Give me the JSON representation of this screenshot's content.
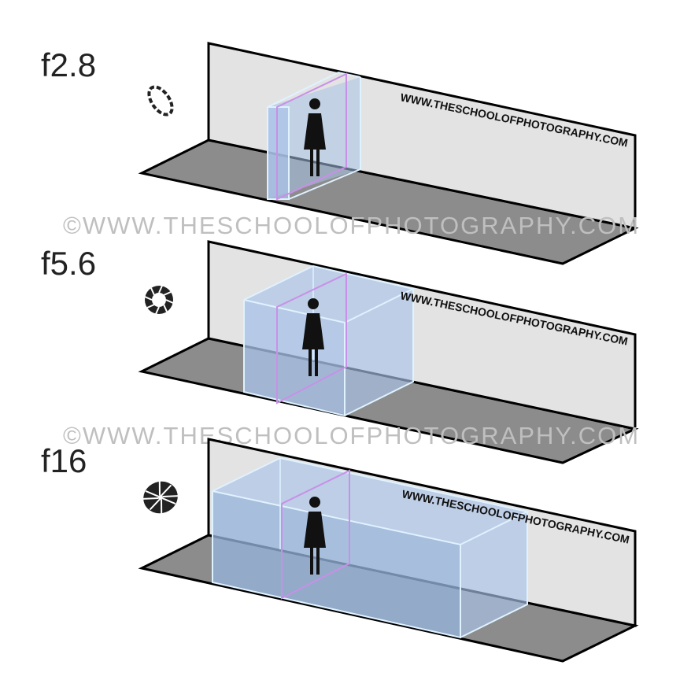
{
  "panels": [
    {
      "aperture_label": "f2.8",
      "aperture_icon": "aperture-wide-open-icon",
      "website": "WWW.THESCHOOLOFPHOTOGRAPHY.COM"
    },
    {
      "aperture_label": "f5.6",
      "aperture_icon": "aperture-medium-icon",
      "website": "WWW.THESCHOOLOFPHOTOGRAPHY.COM"
    },
    {
      "aperture_label": "f16",
      "aperture_icon": "aperture-closed-icon",
      "website": "WWW.THESCHOOLOFPHOTOGRAPHY.COM"
    }
  ],
  "watermark": "©WWW.THESCHOOLOFPHOTOGRAPHY.COM",
  "colors": {
    "wall": "#e3e3e3",
    "floor": "#8c8c8c",
    "dof_fill": "#a9c3e8",
    "dof_edge": "#dff2ff",
    "focus_plane": "#c890e8",
    "figure": "#111111",
    "watermark": "#bfbfbf"
  }
}
